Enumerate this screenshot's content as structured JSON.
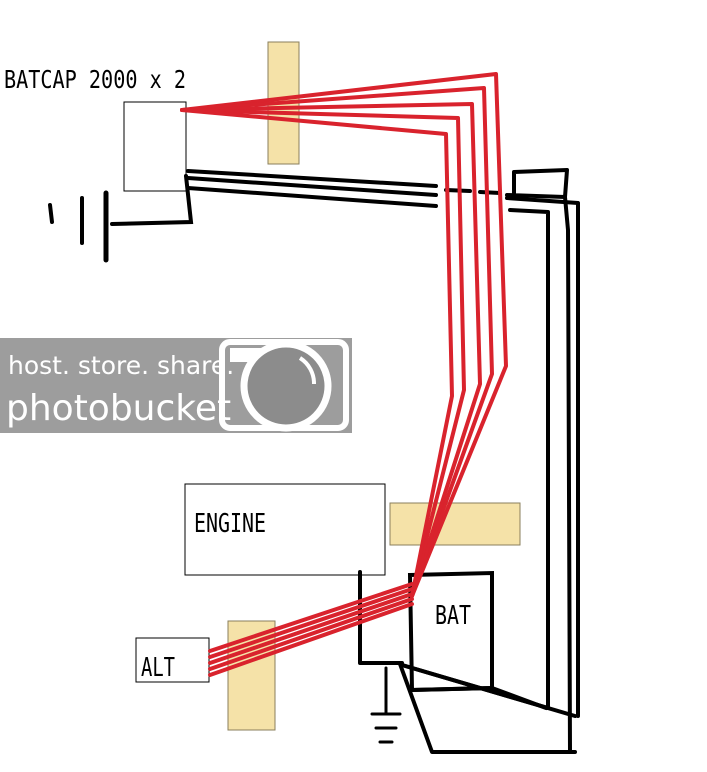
{
  "labels": {
    "batcap": "BATCAP 2000 x 2",
    "engine": "ENGINE",
    "battery": "BAT",
    "alternator": "ALT"
  },
  "watermark": {
    "tagline": "host. store. share.",
    "brand": "photobucket"
  },
  "colors": {
    "positive_wire": "#d9232d",
    "negative_wire": "#000000",
    "fuse_block": "#f5e2a8",
    "fuse_border": "#8a7f5c",
    "watermark_bg": "#8c8c8c"
  },
  "icons": [
    "capacitor-symbol-icon",
    "ground-symbol-icon",
    "camera-icon"
  ]
}
